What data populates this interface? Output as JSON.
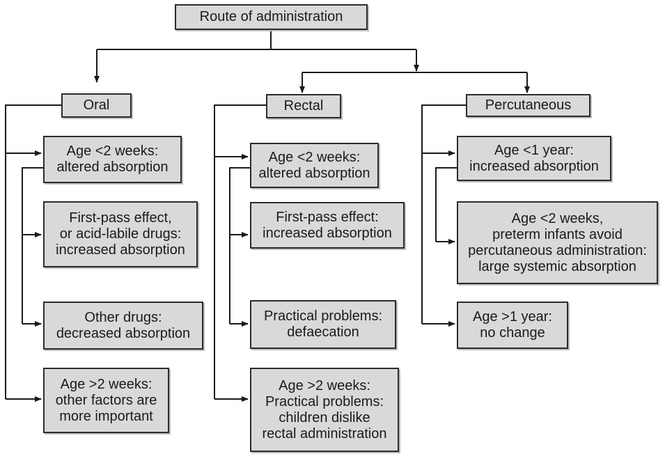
{
  "root": {
    "label": "Route of administration"
  },
  "routes": [
    {
      "label": "Oral",
      "items": [
        "Age <2 weeks:\naltered absorption",
        "First-pass effect,\nor acid-labile drugs:\nincreased absorption",
        "Other drugs:\ndecreased absorption",
        "Age >2 weeks:\nother factors are\nmore important"
      ]
    },
    {
      "label": "Rectal",
      "items": [
        "Age <2 weeks:\naltered absorption",
        "First-pass effect:\nincreased absorption",
        "Practical problems:\ndefaecation",
        "Age >2 weeks:\nPractical problems:\nchildren dislike\nrectal administration"
      ]
    },
    {
      "label": "Percutaneous",
      "items": [
        "Age <1 year:\nincreased absorption",
        "Age <2 weeks,\npreterm infants avoid\npercutaneous administration:\nlarge systemic absorption",
        "Age >1 year:\nno change"
      ]
    }
  ]
}
